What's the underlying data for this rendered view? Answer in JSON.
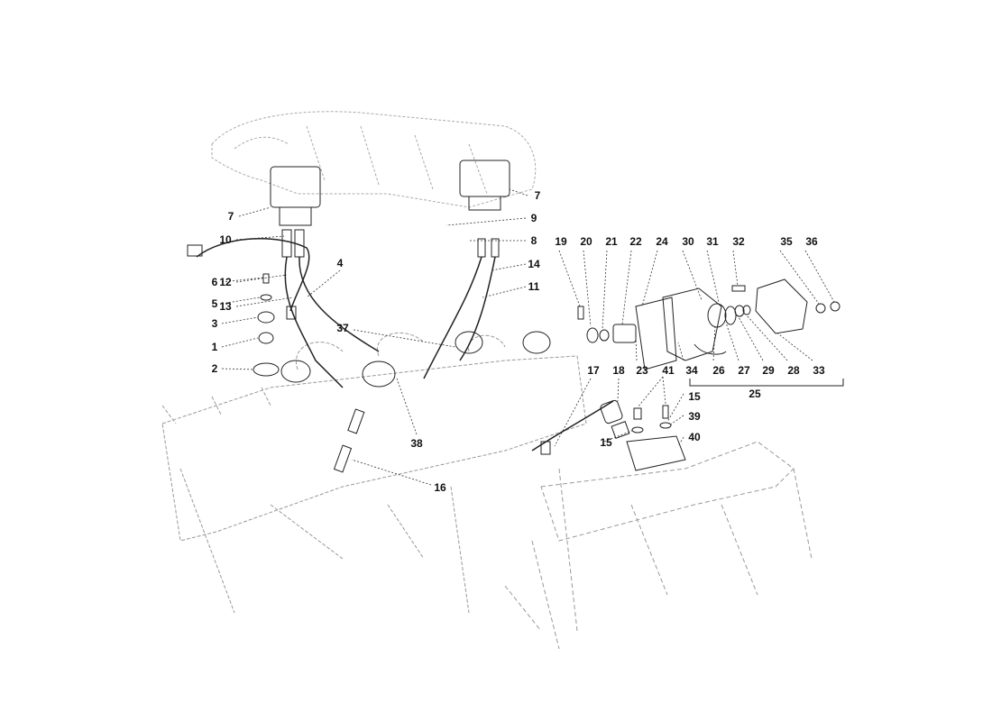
{
  "title": "Ignition system parts diagram",
  "callouts": [
    "7",
    "7",
    "9",
    "8",
    "10",
    "14",
    "12",
    "11",
    "13",
    "4",
    "6",
    "5",
    "3",
    "1",
    "2",
    "37",
    "38",
    "16",
    "17",
    "18",
    "19",
    "20",
    "21",
    "22",
    "24",
    "30",
    "31",
    "32",
    "35",
    "36",
    "23",
    "34",
    "26",
    "27",
    "29",
    "28",
    "33",
    "25",
    "41",
    "15",
    "39",
    "15",
    "40"
  ]
}
